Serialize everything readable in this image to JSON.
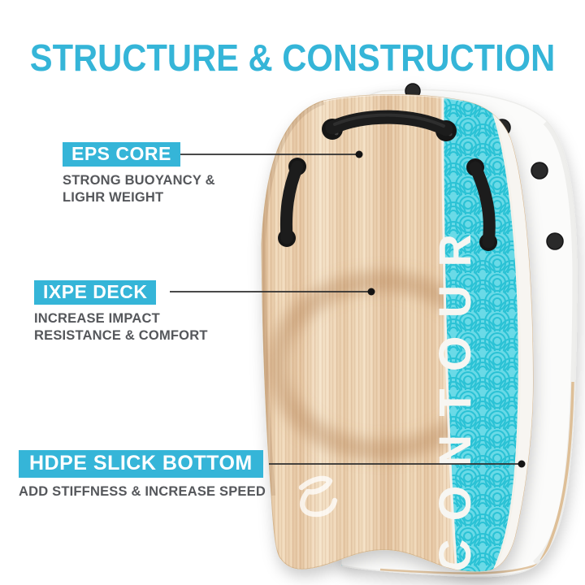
{
  "title": "STRUCTURE & CONSTRUCTION",
  "brand": {
    "board_text": "CONTOUR"
  },
  "callouts": [
    {
      "id": "eps-core",
      "label": "EPS CORE",
      "lines": [
        "STRONG BUOYANCY &",
        "LIGHR WEIGHT"
      ]
    },
    {
      "id": "ixpe-deck",
      "label": "IXPE DECK",
      "lines": [
        "INCREASE IMPACT",
        "RESISTANCE & COMFORT"
      ]
    },
    {
      "id": "hdpe-slick-bottom",
      "label": "HDPE SLICK BOTTOM",
      "lines": [
        "ADD STIFFNESS & INCREASE SPEED"
      ]
    }
  ],
  "colors": {
    "accent": "#35b5d8",
    "stripe_background": "#6bdae7",
    "stripe_pattern_line": "#2cc2d5",
    "description_text": "#55575b",
    "leader_line": "#2f2f2f",
    "wood_light": "#f2dcc0",
    "wood_dark": "#e2c09c"
  }
}
